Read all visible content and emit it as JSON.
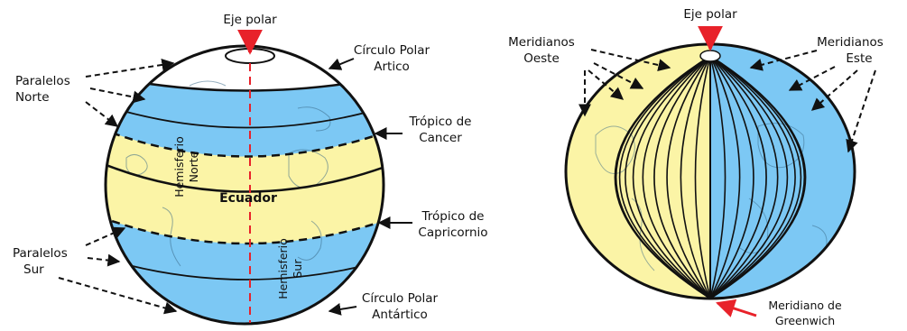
{
  "left_globe": {
    "axis_label": "Eje polar",
    "arctic_circle": [
      "Círculo Polar",
      "Artico"
    ],
    "north_parallels": [
      "Paralelos",
      "Norte"
    ],
    "tropic_cancer": [
      "Trópico de",
      "Cancer"
    ],
    "northern_hemisphere": [
      "Hemisferio",
      "Norte"
    ],
    "equator": "Ecuador",
    "tropic_capricorn": [
      "Trópico de",
      "Capricornio"
    ],
    "south_parallels": [
      "Paralelos",
      "Sur"
    ],
    "southern_hemisphere": [
      "Hemisferio",
      "Sur"
    ],
    "antarctic_circle": [
      "Círculo Polar",
      "Antártico"
    ]
  },
  "right_globe": {
    "axis_label": "Eje polar",
    "west_meridians": [
      "Meridianos",
      "Oeste"
    ],
    "east_meridians": [
      "Meridianos",
      "Este"
    ],
    "greenwich": [
      "Meridiano de",
      "Greenwich"
    ]
  },
  "colors": {
    "ocean_blue": "#7cc8f4",
    "land_yellow": "#fbf4a6",
    "axis_red": "#e8222a",
    "outline": "#111111"
  }
}
